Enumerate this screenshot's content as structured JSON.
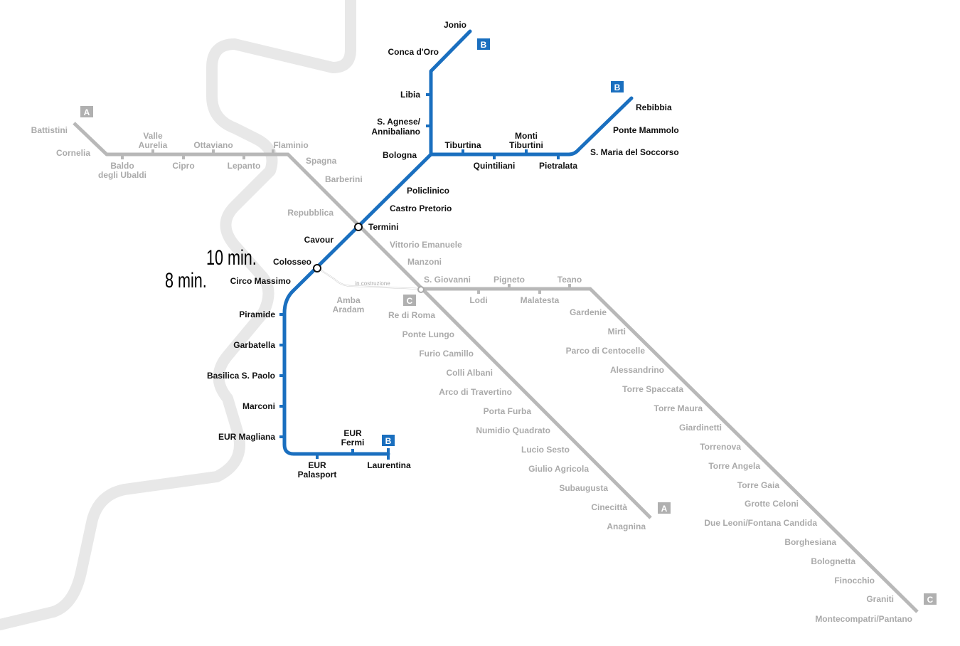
{
  "colors": {
    "line_b": "#1a6fbf",
    "line_a": "#b8b8b8",
    "line_c": "#b8b8b8",
    "river": "#e8e8e8",
    "label_dark": "#111111",
    "label_grey": "#aaaaaa",
    "badge_a": "#b0b0b0",
    "badge_b": "#1a6fbf",
    "badge_c": "#b0b0b0"
  },
  "badges": {
    "a": "A",
    "b": "B",
    "c": "C"
  },
  "annotations": {
    "colosseo_time": "10 min.",
    "circo_time": "8 min.",
    "in_costruzione": "in costruzione"
  },
  "stations": {
    "jonio": "Jonio",
    "conca_doro": "Conca d'Oro",
    "libia": "Libia",
    "s_agnese_1": "S. Agnese/",
    "s_agnese_2": "Annibaliano",
    "bologna": "Bologna",
    "tiburtina": "Tiburtina",
    "monti_tiburtini_1": "Monti",
    "monti_tiburtini_2": "Tiburtini",
    "quintiliani": "Quintiliani",
    "pietralata": "Pietralata",
    "s_maria_soccorso": "S. Maria del Soccorso",
    "ponte_mammolo": "Ponte Mammolo",
    "rebibbia": "Rebibbia",
    "policlinico": "Policlinico",
    "castro_pretorio": "Castro Pretorio",
    "termini": "Termini",
    "cavour": "Cavour",
    "colosseo": "Colosseo",
    "circo_massimo": "Circo Massimo",
    "piramide": "Piramide",
    "garbatella": "Garbatella",
    "basilica_s_paolo": "Basilica S. Paolo",
    "marconi": "Marconi",
    "eur_magliana": "EUR Magliana",
    "eur_palasport_1": "EUR",
    "eur_palasport_2": "Palasport",
    "eur_fermi_1": "EUR",
    "eur_fermi_2": "Fermi",
    "laurentina": "Laurentina",
    "battistini": "Battistini",
    "cornelia": "Cornelia",
    "baldo_1": "Baldo",
    "baldo_2": "degli Ubaldi",
    "valle_aurelia_1": "Valle",
    "valle_aurelia_2": "Aurelia",
    "cipro": "Cipro",
    "ottaviano": "Ottaviano",
    "lepanto": "Lepanto",
    "flaminio": "Flaminio",
    "spagna": "Spagna",
    "barberini": "Barberini",
    "repubblica": "Repubblica",
    "vittorio_emanuele": "Vittorio Emanuele",
    "manzoni": "Manzoni",
    "s_giovanni": "S. Giovanni",
    "re_di_roma": "Re di Roma",
    "ponte_lungo": "Ponte Lungo",
    "furio_camillo": "Furio Camillo",
    "colli_albani": "Colli Albani",
    "arco_travertino": "Arco di Travertino",
    "porta_furba": "Porta Furba",
    "numidio_quadrato": "Numidio Quadrato",
    "lucio_sesto": "Lucio Sesto",
    "giulio_agricola": "Giulio Agricola",
    "subaugusta": "Subaugusta",
    "cinecitta": "Cinecittà",
    "anagnina": "Anagnina",
    "amba_aradam_1": "Amba",
    "amba_aradam_2": "Aradam",
    "lodi": "Lodi",
    "pigneto": "Pigneto",
    "malatesta": "Malatesta",
    "teano": "Teano",
    "gardenie": "Gardenie",
    "mirti": "Mirti",
    "parco_centocelle": "Parco di Centocelle",
    "alessandrino": "Alessandrino",
    "torre_spaccata": "Torre Spaccata",
    "torre_maura": "Torre Maura",
    "giardinetti": "Giardinetti",
    "torrenova": "Torrenova",
    "torre_angela": "Torre Angela",
    "torre_gaia": "Torre Gaia",
    "grotte_celoni": "Grotte Celoni",
    "due_leoni": "Due Leoni/Fontana Candida",
    "borghesiana": "Borghesiana",
    "bolognetta": "Bolognetta",
    "finocchio": "Finocchio",
    "graniti": "Graniti",
    "montecompatri": "Montecompatri/Pantano"
  }
}
